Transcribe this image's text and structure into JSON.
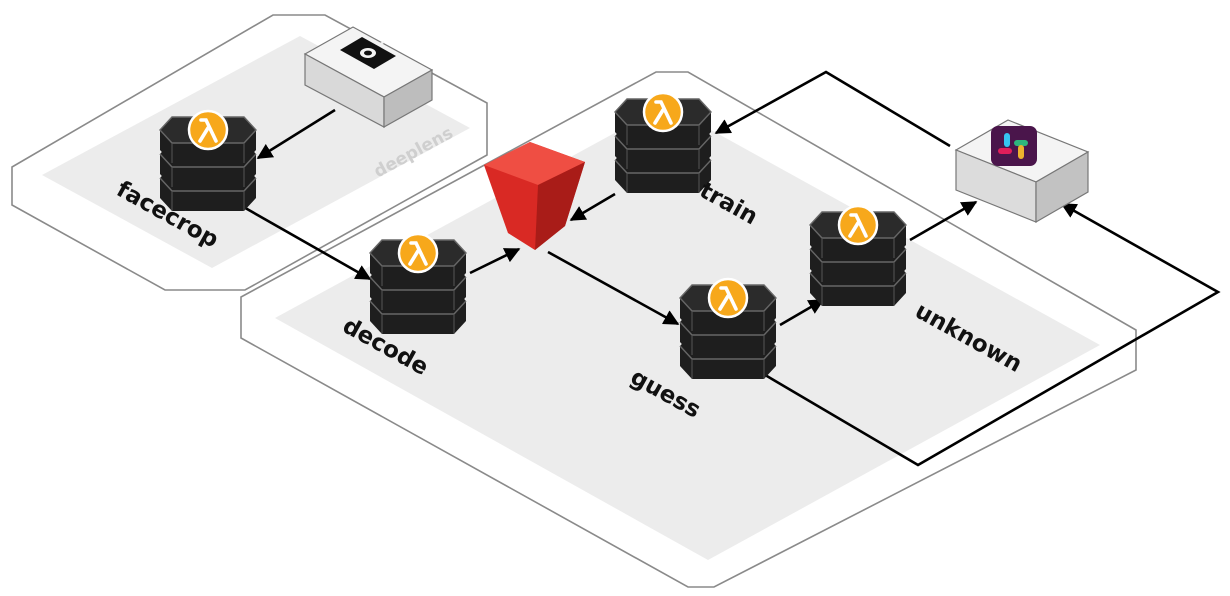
{
  "groups": {
    "deeplens": {
      "label": "deeplens"
    }
  },
  "nodes": {
    "camera": {
      "kind": "device",
      "icon": "camera-icon"
    },
    "facecrop": {
      "label": "facecrop",
      "kind": "lambda",
      "icon": "lambda-icon"
    },
    "decode": {
      "label": "decode",
      "kind": "lambda",
      "icon": "lambda-icon"
    },
    "bucket": {
      "kind": "storage-bucket",
      "icon": "bucket-icon",
      "color": "#d42e2a"
    },
    "train": {
      "label": "train",
      "kind": "lambda",
      "icon": "lambda-icon"
    },
    "guess": {
      "label": "guess",
      "kind": "lambda",
      "icon": "lambda-icon"
    },
    "unknown": {
      "label": "unknown",
      "kind": "lambda",
      "icon": "lambda-icon"
    },
    "slack": {
      "kind": "service",
      "icon": "slack-icon",
      "color": "#4a154b"
    }
  },
  "edges": [
    {
      "from": "camera",
      "to": "facecrop"
    },
    {
      "from": "facecrop",
      "to": "decode"
    },
    {
      "from": "decode",
      "to": "bucket"
    },
    {
      "from": "train",
      "to": "bucket"
    },
    {
      "from": "bucket",
      "to": "guess"
    },
    {
      "from": "guess",
      "to": "unknown"
    },
    {
      "from": "unknown",
      "to": "slack"
    },
    {
      "from": "slack",
      "to": "train"
    },
    {
      "from": "guess",
      "to": "slack"
    }
  ],
  "colors": {
    "lambda_badge": "#f7a81b",
    "server_body": "#1f1f1f",
    "zone_fill": "#ececec",
    "zone_outline": "#8a8a8a"
  }
}
